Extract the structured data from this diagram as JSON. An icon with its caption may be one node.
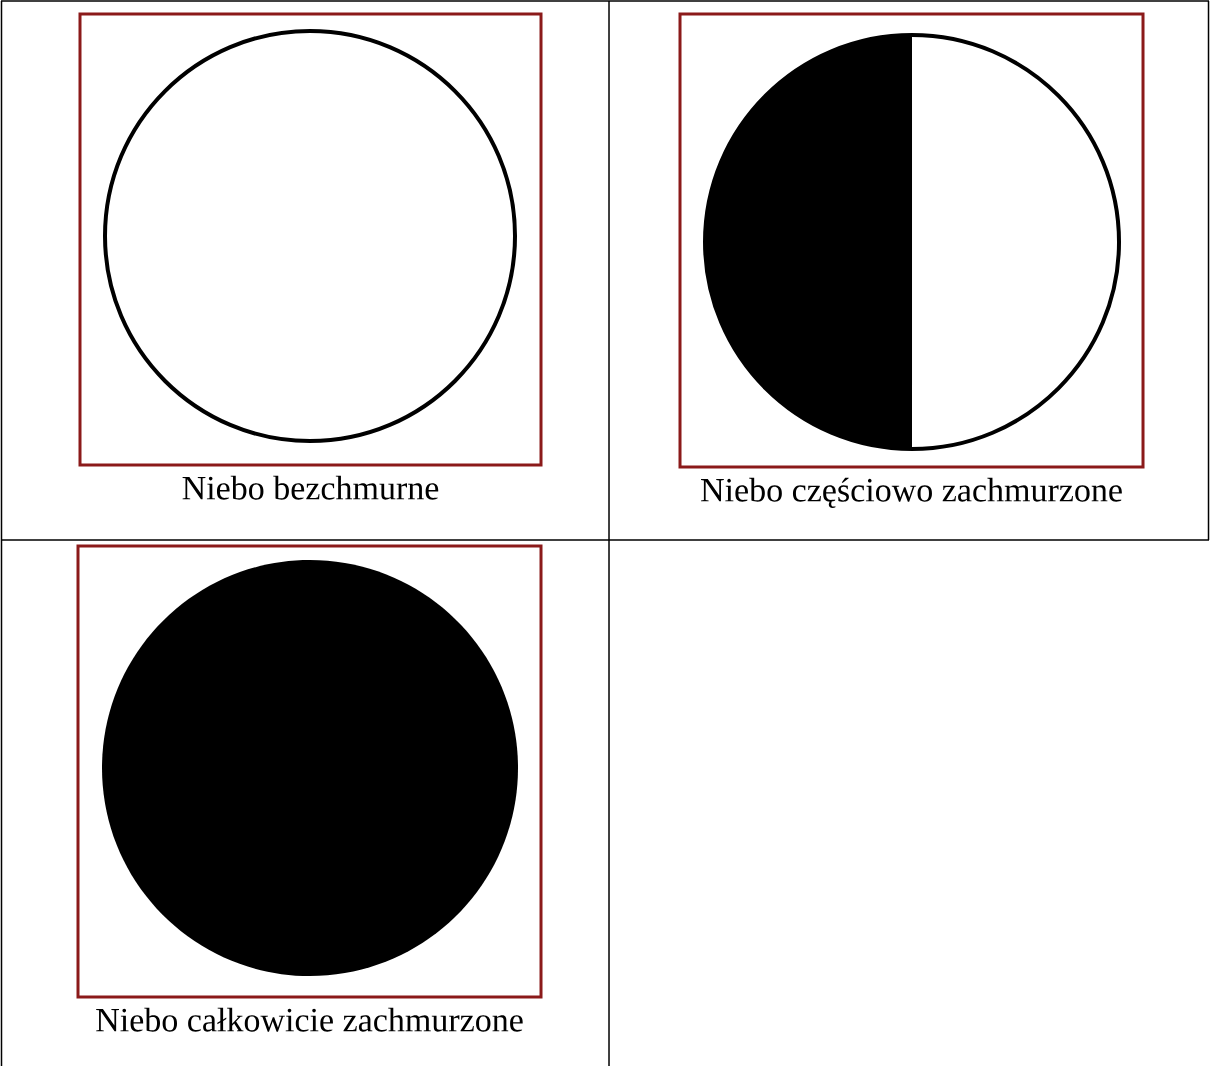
{
  "diagram": {
    "nodes": [
      {
        "text": [
          "Niebo bezchmurne"
        ]
      },
      {
        "text": [
          "Niebo częściowo zachmurzone"
        ]
      },
      {
        "text": [
          "Niebo całkowicie zachmurzone"
        ]
      }
    ]
  }
}
